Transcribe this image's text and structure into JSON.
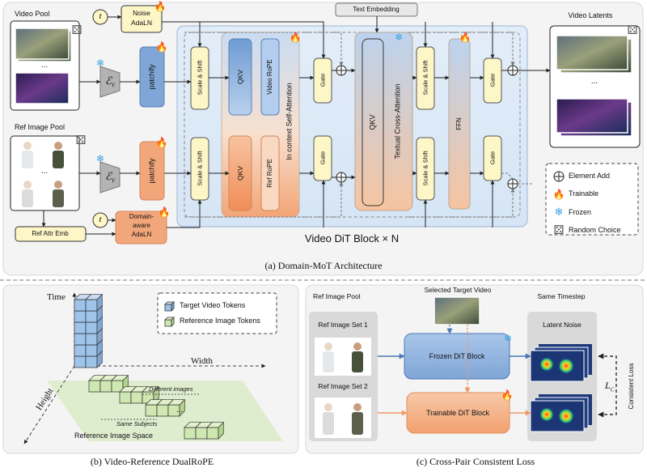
{
  "section_a": {
    "caption": "(a) Domain-MoT Architecture",
    "video_pool": "Video  Pool",
    "ref_image_pool": "Ref Image Pool",
    "t_symbol": "t",
    "encoder_symbol": "ℰ",
    "encoder_subscript": "V",
    "patchify": "patchify",
    "noise_adaln": [
      "Noise",
      "AdaLN"
    ],
    "domain_adaln": [
      "Domain-",
      "aware",
      "AdaLN"
    ],
    "ref_attr_emb": "Ref Attr Emb",
    "text_embedding": "Text Embedding",
    "video_latents": "Video Latents",
    "scale_shift": "Scale & Shift",
    "qkv": "QKV",
    "video_rope": "Video RoPE",
    "ref_rope": "Ref RoPE",
    "self_attention": "In context Self-Attention",
    "cross_attention": "Textual Cross-Attention",
    "gate": "Gate",
    "ffn": "FFN",
    "block_title": "Video DiT Block  × N",
    "ellipsis": "...",
    "legend": {
      "element_add": "Element Add",
      "trainable": "Trainable",
      "frozen": "Frozen",
      "random_choice": "Random Choice"
    }
  },
  "section_b": {
    "caption": "(b) Video-Reference DualRoPE",
    "time": "Time",
    "width": "Width",
    "height": "Height",
    "target_tokens": "Target Video Tokens",
    "reference_tokens": "Reference Image Tokens",
    "different_images": "Different images",
    "same_subjects": "Same Subjects",
    "reference_space": "Reference Image Space",
    "ellipsis": "..."
  },
  "section_c": {
    "caption": "(c) Cross-Pair Consistent Loss",
    "ref_image_pool": "Ref Image Pool",
    "selected_target_video": "Selected Target Video",
    "same_timestep": "Same Timestep",
    "set1": "Ref Image Set 1",
    "set2": "Ref Image Set 2",
    "frozen_block": "Frozen DiT Block",
    "trainable_block": "Trainable DiT Block",
    "latent_noise": "Latent Noise",
    "loss_symbol": "L",
    "loss_subscript": "C",
    "consistent_loss": "Consistent Loss"
  },
  "colors": {
    "blue_fill": "#7fa6d6",
    "orange_fill": "#f2a77a",
    "yellow_fill": "#fdf6c7",
    "block_bg": "#dde9f6",
    "panel_bg": "#e8e8e8",
    "green_cube": "#cfe7b0",
    "blue_cube": "#9ec4ea",
    "trainable_red": "#e23a1f",
    "frozen_blue": "#3ba1e0"
  }
}
